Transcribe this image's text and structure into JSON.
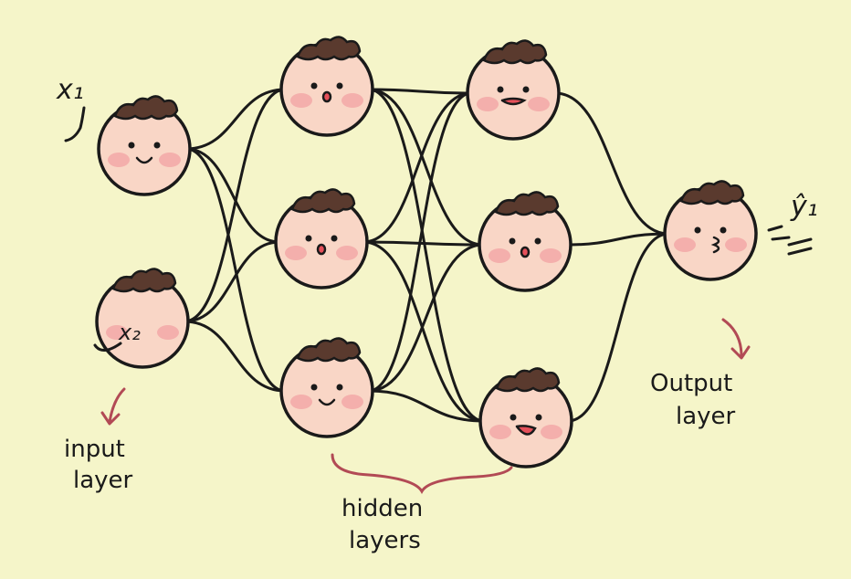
{
  "input_label": {
    "line1": "input",
    "line2": "layer"
  },
  "hidden_label": {
    "line1": "hidden",
    "line2": "layers"
  },
  "output_label": {
    "line1": "Output",
    "line2": "layer"
  },
  "x1_label": "x₁",
  "x2_label": "x₂",
  "yhat_label": "ŷ₁",
  "colors": {
    "background": "#f5f5c9",
    "node_fill": "#f9d6c6",
    "hair": "#5a3a2e",
    "cheek": "#f2a5a5",
    "stroke": "#1a1a1a",
    "accent": "#b24a55"
  }
}
